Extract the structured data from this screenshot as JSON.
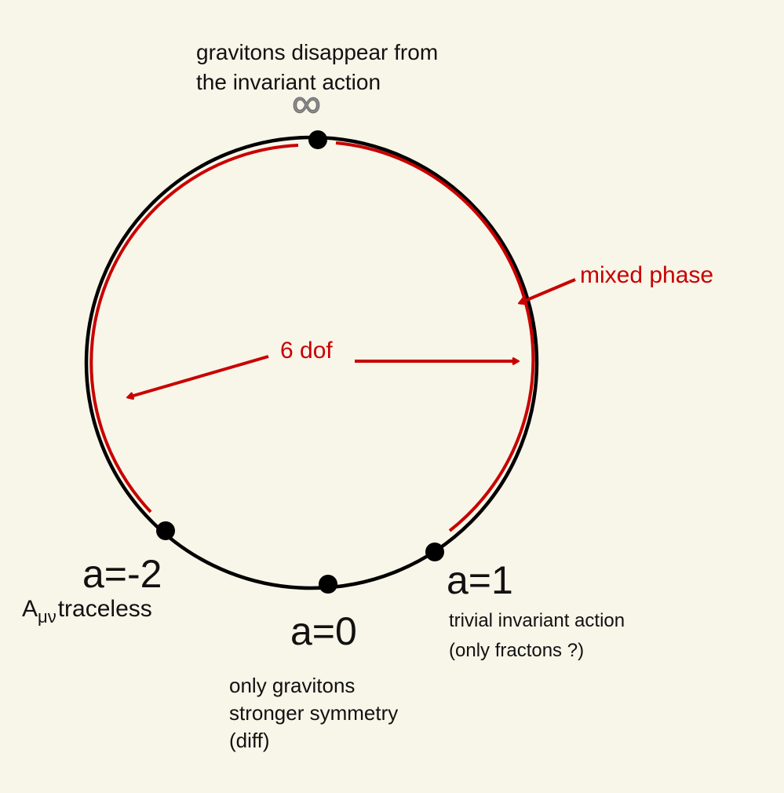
{
  "colors": {
    "background": "#f8f5e9",
    "circle": "#000000",
    "accent": "#c80000"
  },
  "labels": {
    "top_note_line1": "gravitons disappear from",
    "top_note_line2": "the invariant action",
    "infinity": "∞",
    "mixed_phase": "mixed phase",
    "dof": "6 dof",
    "a_minus2": "a=-2",
    "a_minus2_note_main": "A",
    "a_minus2_note_sub": "μν",
    "a_minus2_note_rest": "traceless",
    "a0": "a=0",
    "a0_note_line1": "only gravitons",
    "a0_note_line2": "stronger symmetry",
    "a0_note_line3": "(diff)",
    "a1": "a=1",
    "a1_note_line1": "trivial invariant action",
    "a1_note_line2": "(only fractons ?)"
  }
}
